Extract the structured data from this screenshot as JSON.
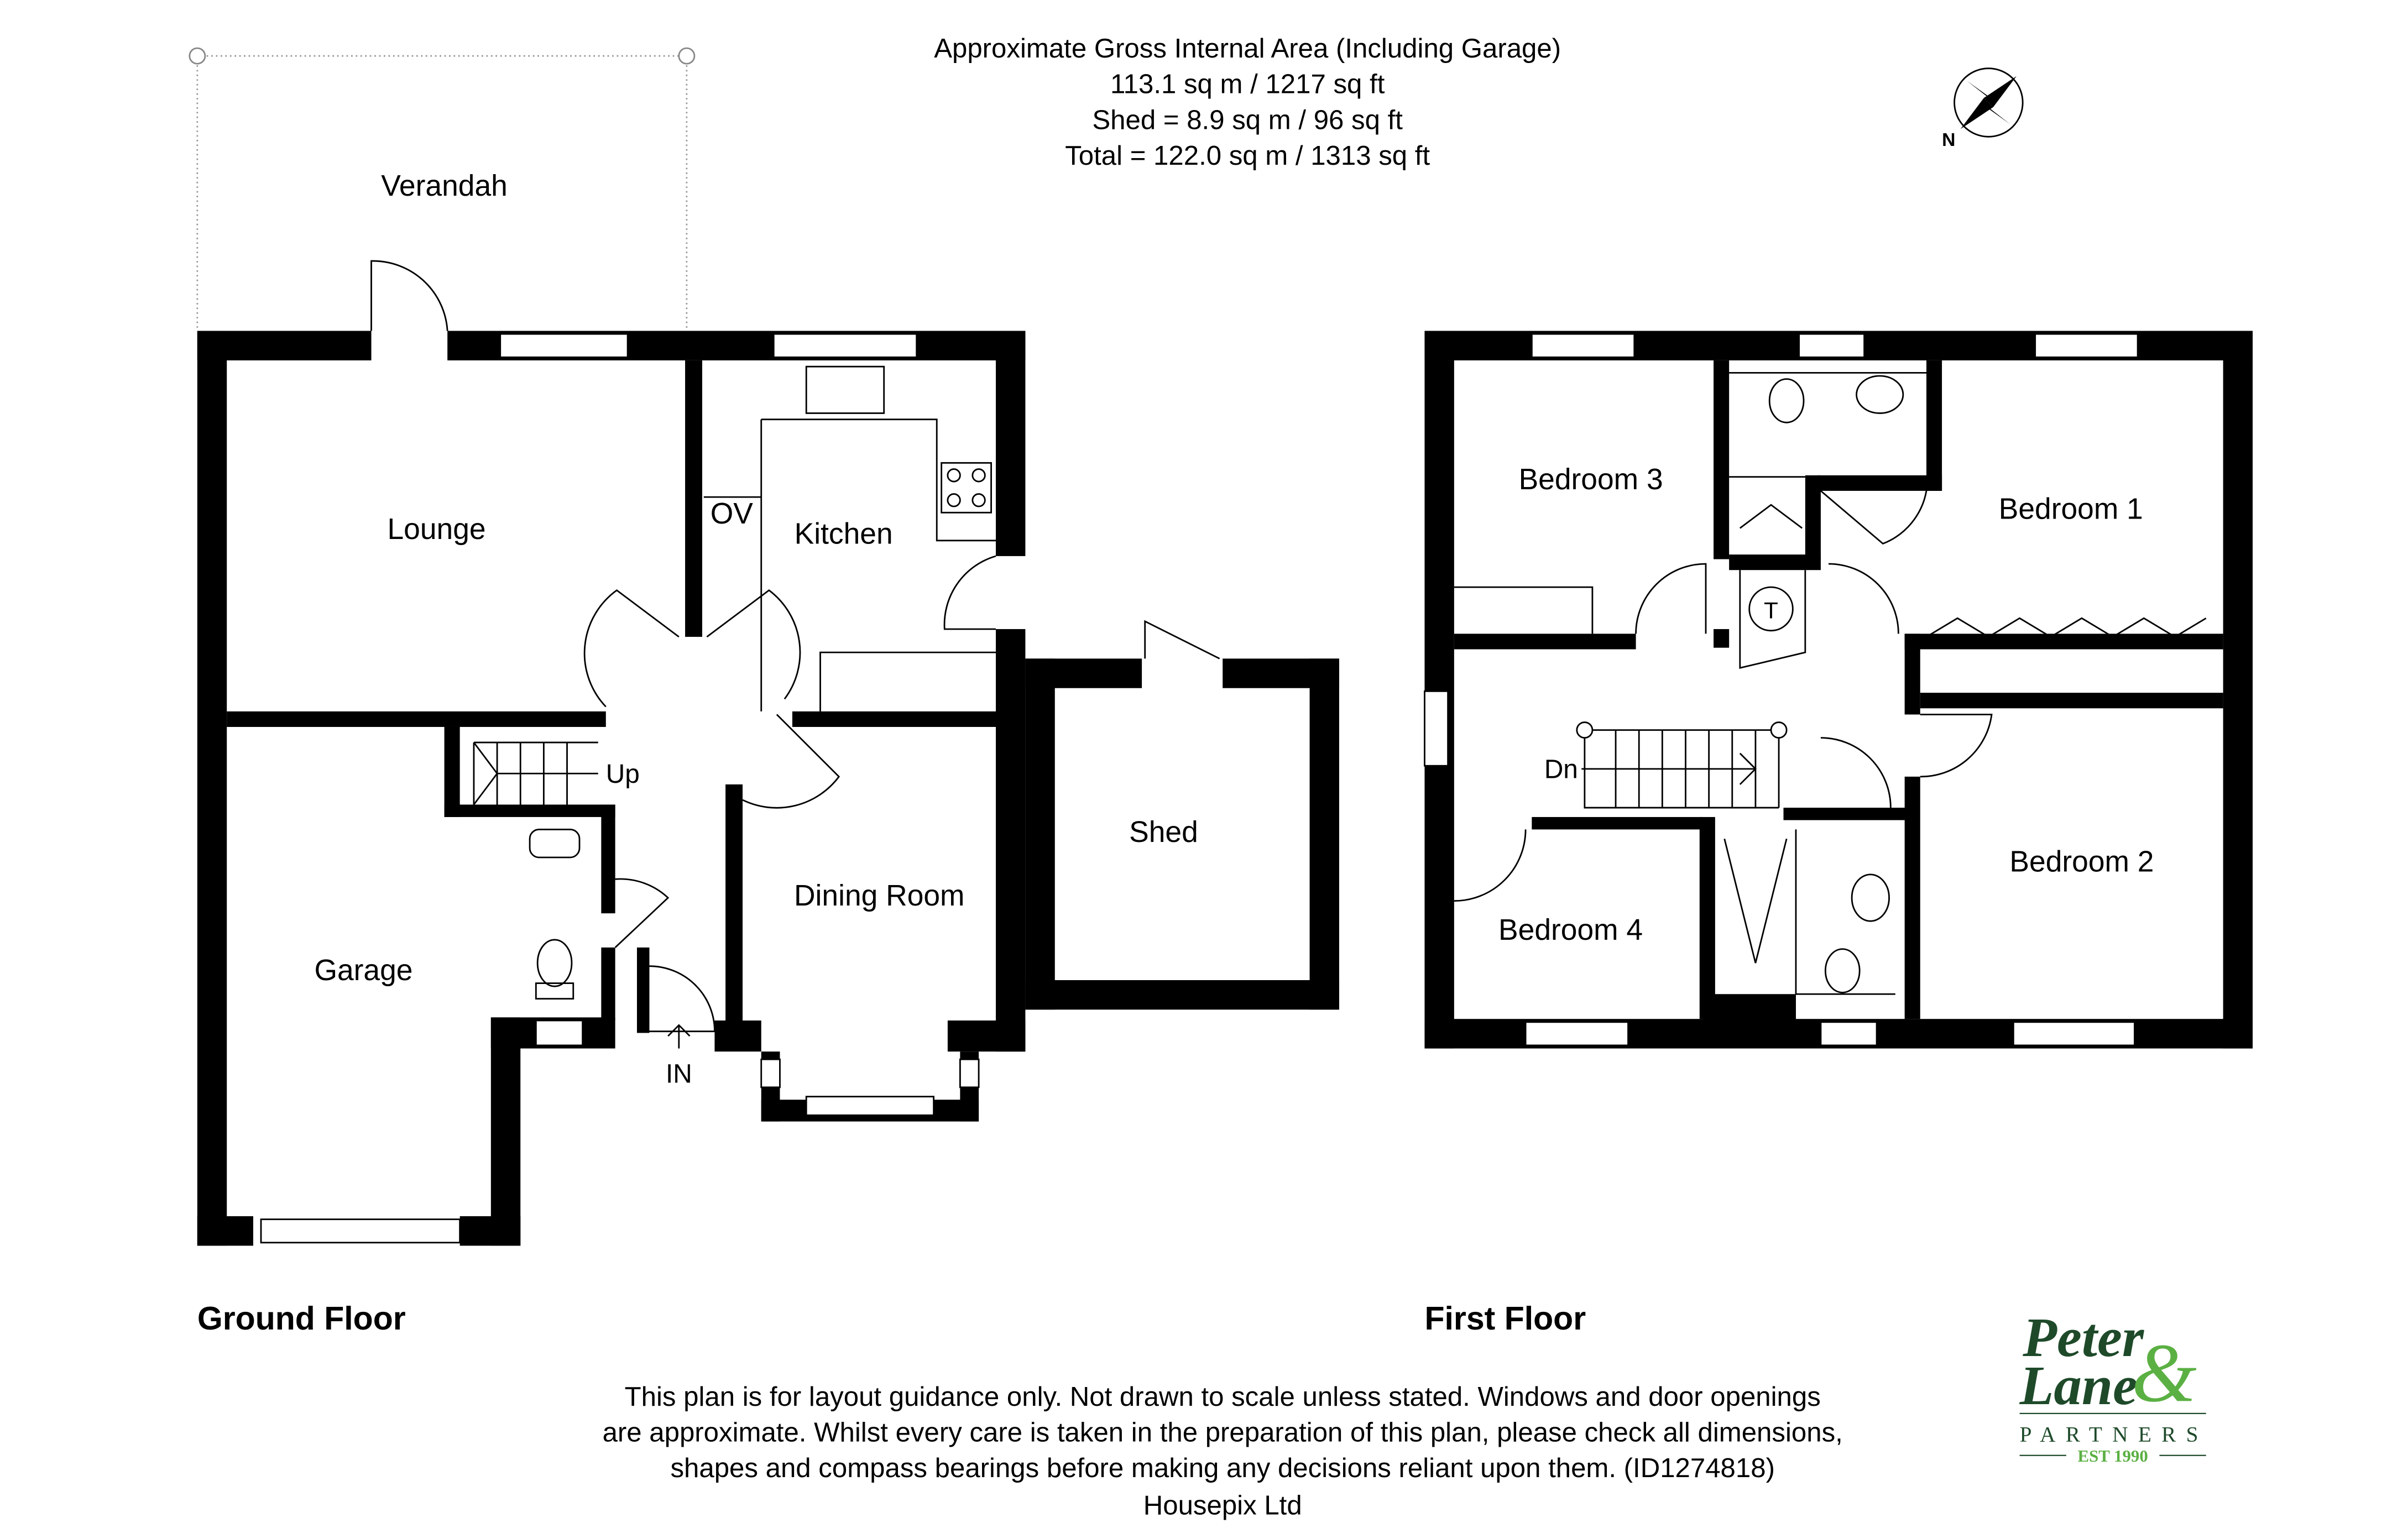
{
  "header": {
    "line1": "Approximate Gross Internal Area (Including Garage)",
    "line2": "113.1 sq m / 1217 sq ft",
    "line3": "Shed = 8.9 sq m / 96 sq ft",
    "line4": "Total = 122.0 sq m / 1313 sq ft"
  },
  "compass": {
    "label": "N",
    "icon": "compass-rose-icon"
  },
  "ground_floor": {
    "title": "Ground Floor",
    "rooms": {
      "verandah": "Verandah",
      "lounge": "Lounge",
      "kitchen": "Kitchen",
      "oven": "OV",
      "garage": "Garage",
      "dining": "Dining Room",
      "shed": "Shed",
      "stairs": "Up",
      "entrance": "IN"
    }
  },
  "first_floor": {
    "title": "First Floor",
    "rooms": {
      "bedroom1": "Bedroom 1",
      "bedroom2": "Bedroom 2",
      "bedroom3": "Bedroom 3",
      "bedroom4": "Bedroom 4",
      "tank": "T",
      "stairs": "Dn"
    }
  },
  "disclaimer": {
    "line1": "This plan is for layout guidance only. Not drawn to scale unless stated. Windows and door openings",
    "line2": "are approximate. Whilst every care is taken in the preparation of this plan, please check all dimensions,",
    "line3": "shapes and compass bearings before making any decisions reliant upon them. (ID1274818)",
    "line4": "Housepix Ltd"
  },
  "logo": {
    "line1": "Peter",
    "line2": "Lane",
    "ampersand": "&",
    "line3": "PARTNERS",
    "line4": "EST 1990",
    "colors": {
      "dark": "#1e4a2a",
      "light": "#5bb043"
    }
  }
}
